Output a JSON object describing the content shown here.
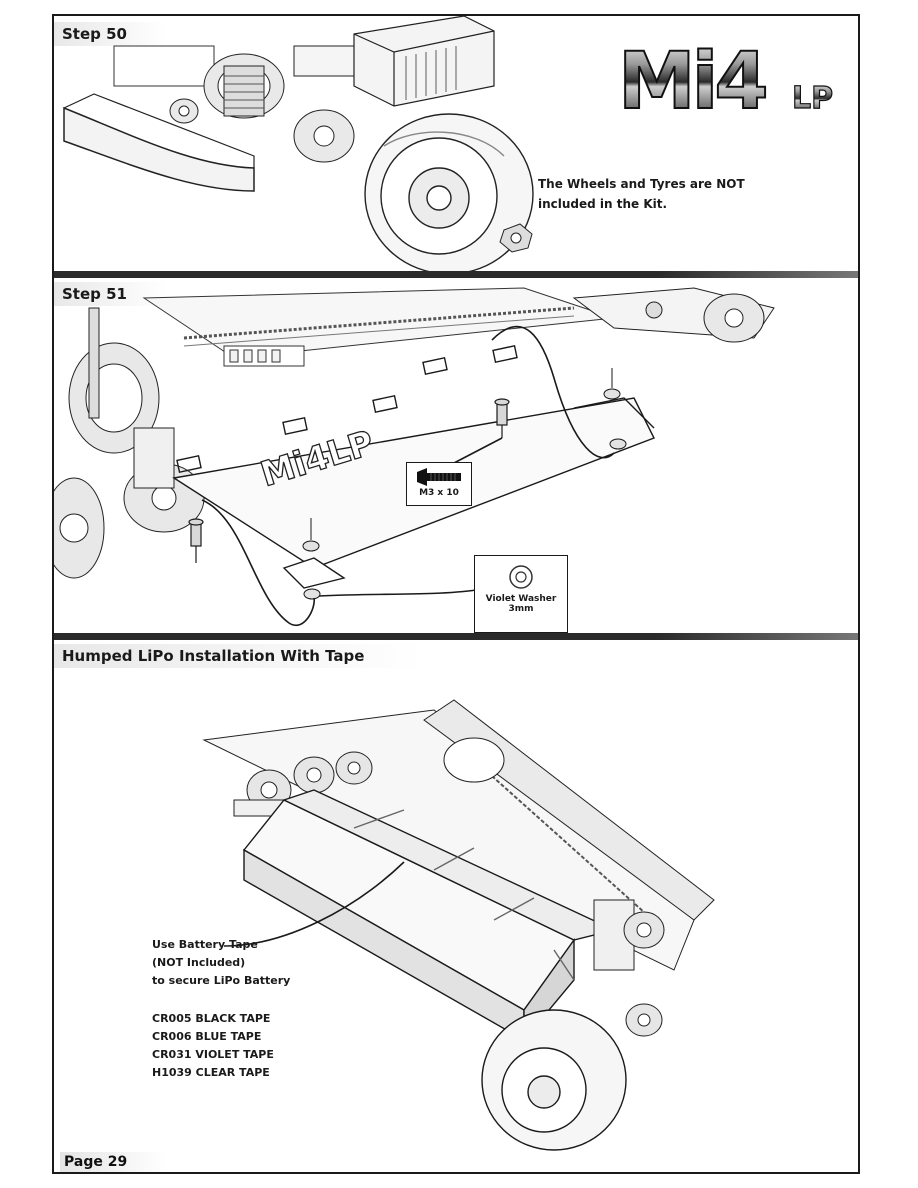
{
  "page": {
    "number_label": "Page 29"
  },
  "step50": {
    "title": "Step 50",
    "logo_text": "Mi4",
    "logo_suffix": "LP",
    "note_line1": "The Wheels and Tyres are NOT",
    "note_line2": "included in the Kit."
  },
  "step51": {
    "title": "Step 51",
    "plate_text": "Mi4LP",
    "screw_label": "M3 x 10",
    "washer_label_line1": "Violet Washer",
    "washer_label_line2": "3mm"
  },
  "lipo": {
    "title": "Humped LiPo Installation With Tape",
    "instruction_line1": "Use Battery Tape",
    "instruction_line2": "(NOT Included)",
    "instruction_line3": "to secure LiPo Battery",
    "tapes": [
      "CR005 BLACK TAPE",
      "CR006 BLUE TAPE",
      "CR031 VIOLET TAPE",
      "H1039 CLEAR TAPE"
    ]
  }
}
